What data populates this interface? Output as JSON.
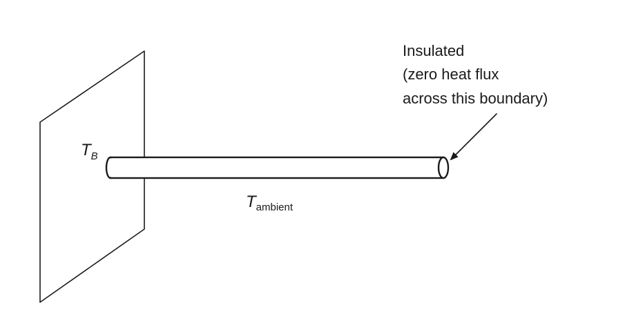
{
  "labels": {
    "base_temperature": {
      "symbol": "T",
      "subscript": "B"
    },
    "ambient_temperature": {
      "symbol": "T",
      "subscript": "ambient"
    },
    "insulated_note": {
      "line1": "Insulated",
      "line2": "(zero heat flux",
      "line3": "across this boundary)"
    }
  },
  "colors": {
    "ink": "#1a1a1a",
    "background": "#ffffff"
  }
}
